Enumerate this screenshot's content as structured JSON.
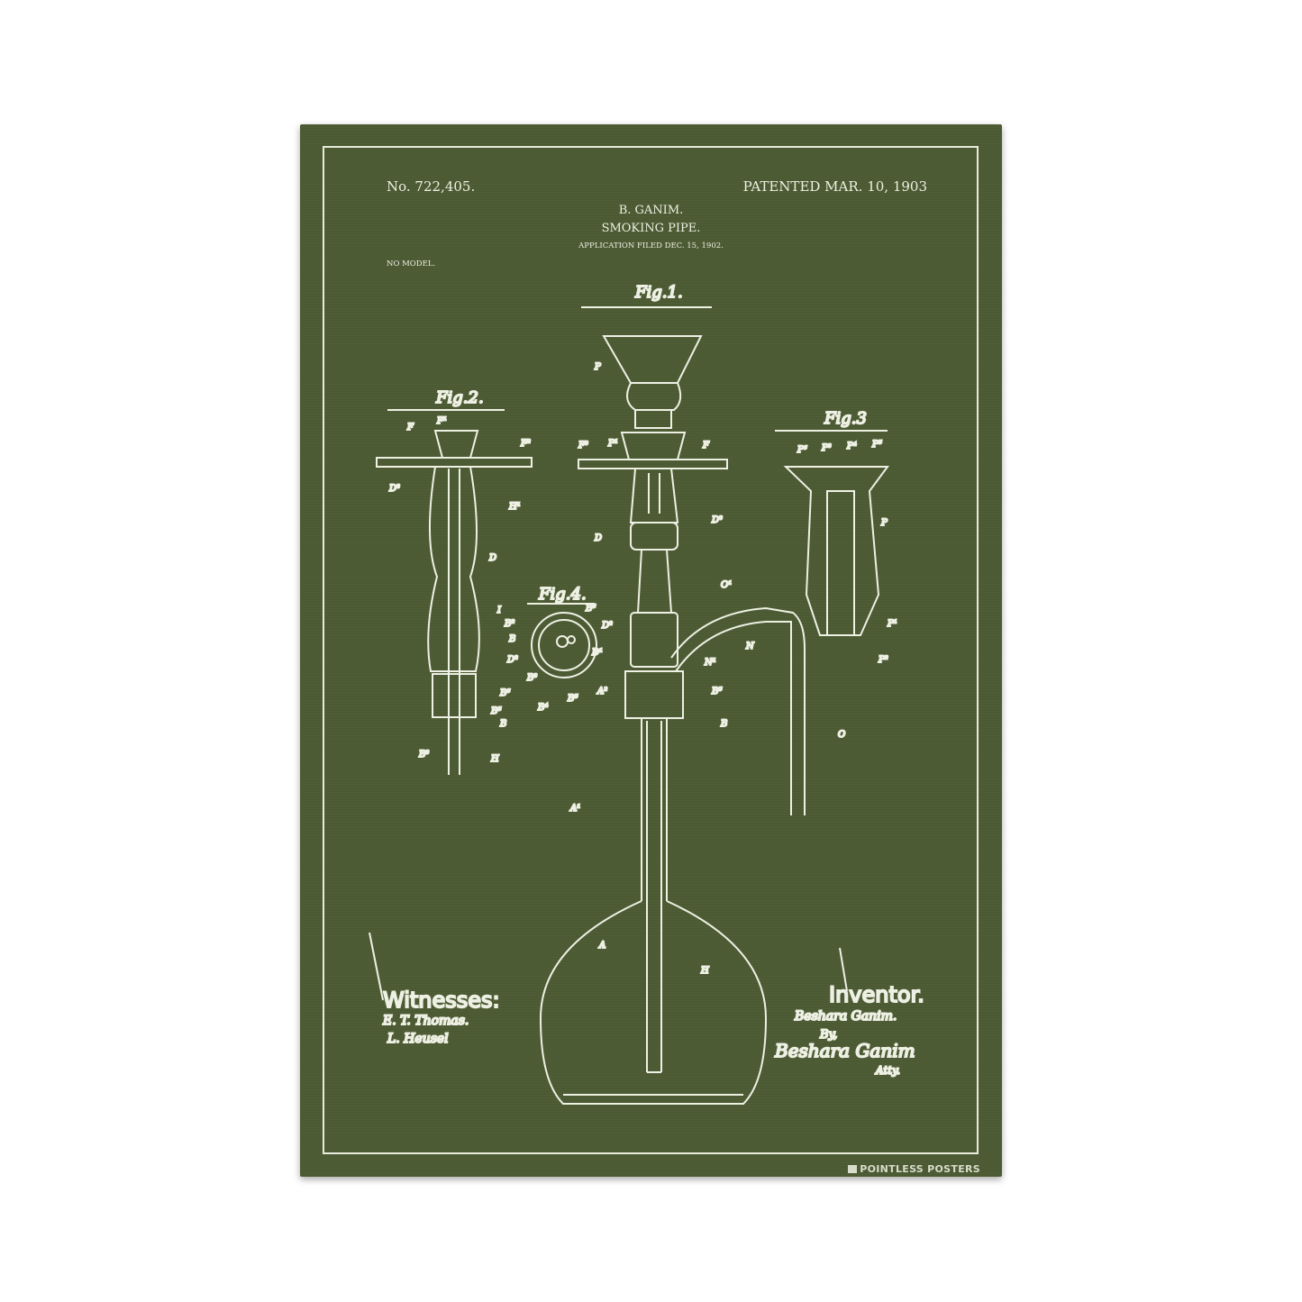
{
  "header": {
    "patent_number": "No. 722,405.",
    "patent_date": "PATENTED MAR. 10, 1903",
    "inventor": "B. GANIM.",
    "title": "SMOKING PIPE.",
    "filed": "APPLICATION FILED DEC. 15, 1902.",
    "model": "NO MODEL."
  },
  "figures": {
    "fig1": "Fig.1.",
    "fig2": "Fig.2.",
    "fig3": "Fig.3",
    "fig4": "Fig.4."
  },
  "labels": {
    "P": "P",
    "F": "F",
    "F1": "F¹",
    "F2": "F²",
    "F3": "F³",
    "P1": "P¹",
    "P2": "P²",
    "D": "D",
    "D1": "D¹",
    "D2": "D²",
    "D3": "D³",
    "H": "H",
    "H1": "H¹",
    "I": "I",
    "A": "A",
    "A1": "A¹",
    "A2": "A²",
    "B": "B",
    "B2": "B²",
    "B3": "B³",
    "B4": "B⁴",
    "B5": "B⁵",
    "B6": "B⁶",
    "N": "N",
    "N1": "N¹",
    "O": "O",
    "O1": "O¹",
    "P3": "P³",
    "P4": "P⁴",
    "P5": "P⁵",
    "P6": "P⁶"
  },
  "signatures": {
    "witnesses_label": "Witnesses:",
    "witness1": "E. T. Thomas.",
    "witness2": "L. Heusel",
    "inventor_label": "Inventor.",
    "inventor_name": "Beshara Ganim.",
    "by": "By,",
    "attorney_signature": "Beshara Ganim",
    "attorney_abbrev": "Atty."
  },
  "brand": "POINTLESS POSTERS",
  "colors": {
    "background": "#4b5a32",
    "ink": "#eef0e4"
  }
}
